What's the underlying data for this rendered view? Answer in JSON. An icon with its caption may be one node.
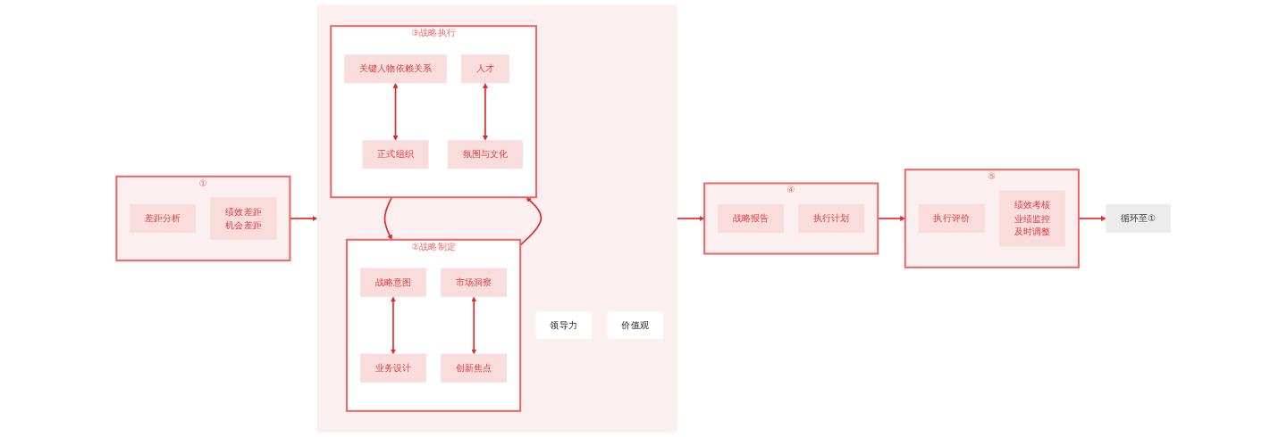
{
  "diagram": {
    "nodes": [
      {
        "text": [
          "①"
        ]
      },
      {
        "text": [
          "差距分析"
        ],
        "in": 0
      },
      {
        "text": [
          "绩效差距",
          "机会差距"
        ],
        "in": 0
      },
      {
        "text": [],
        "shape": "box"
      },
      {
        "text": [
          "领导力"
        ],
        "in": 3
      },
      {
        "text": [
          "②战略制定"
        ],
        "in": 3
      },
      {
        "text": [
          "市场洞察"
        ],
        "in": 5
      },
      {
        "text": [
          "战略意图"
        ],
        "in": 5
      },
      {
        "text": [
          "业务设计"
        ],
        "in": 5
      },
      {
        "text": [
          "创新焦点"
        ],
        "in": 5
      },
      {
        "text": [
          "③战略执行"
        ],
        "in": 3
      },
      {
        "text": [
          "人才"
        ],
        "in": 10
      },
      {
        "text": [
          "关键人物依赖关系"
        ],
        "in": 10
      },
      {
        "text": [
          "正式组织"
        ],
        "in": 10
      },
      {
        "text": [
          "氛围与文化"
        ],
        "in": 10
      },
      {
        "text": [
          "价值观"
        ],
        "in": 3
      },
      {
        "text": [
          "④"
        ]
      },
      {
        "text": [
          "战略报告"
        ],
        "in": 16
      },
      {
        "text": [
          "执行计划"
        ],
        "in": 16
      },
      {
        "text": [
          "⑤"
        ]
      },
      {
        "text": [
          "执行评价"
        ],
        "in": 19
      },
      {
        "text": [
          "绩效考核",
          "业绩监控",
          "及时调整"
        ],
        "in": 19
      },
      {
        "text": [
          "循环至①"
        ]
      }
    ],
    "edges": [
      {
        "from": 0,
        "to": 3,
        "arrow": "to"
      },
      {
        "from": 7,
        "to": 8,
        "arrow": "both"
      },
      {
        "from": 6,
        "to": 9,
        "arrow": "both"
      },
      {
        "from": 10,
        "to": 5,
        "arrow": "to"
      },
      {
        "from": 5,
        "to": 10,
        "arrow": "to"
      },
      {
        "from": 12,
        "to": 13,
        "arrow": "both"
      },
      {
        "from": 11,
        "to": 14,
        "arrow": "both"
      },
      {
        "from": 3,
        "to": 16,
        "arrow": "to"
      },
      {
        "from": 16,
        "to": 19,
        "arrow": "to"
      },
      {
        "from": 19,
        "to": 22,
        "arrow": "to"
      }
    ]
  }
}
